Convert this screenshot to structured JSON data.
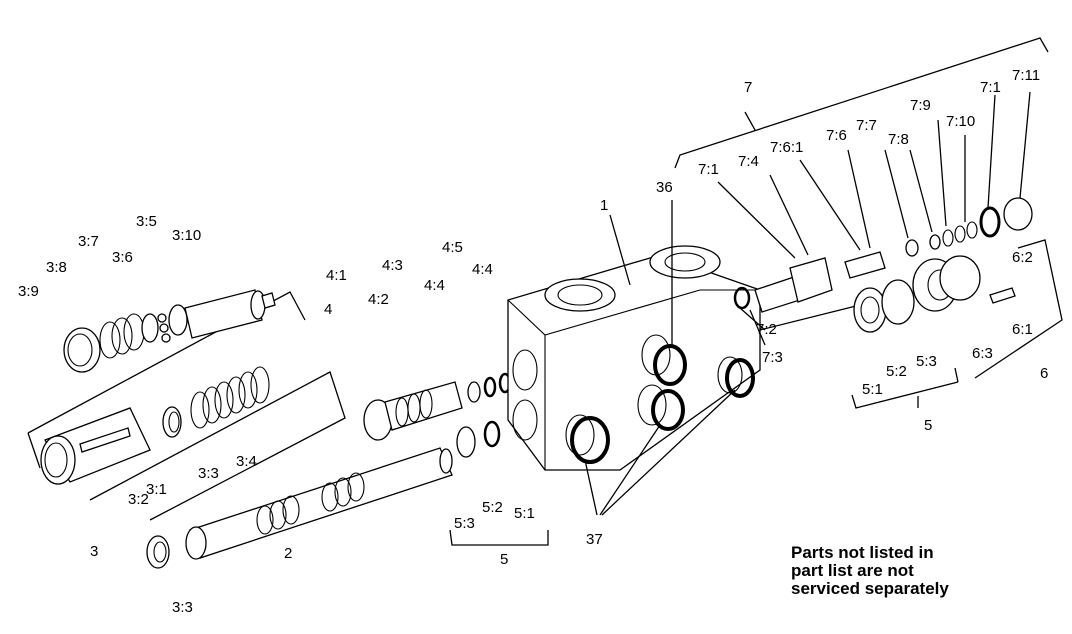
{
  "labels": {
    "l_3_9": "3:9",
    "l_3_8": "3:8",
    "l_3_7": "3:7",
    "l_3_6": "3:6",
    "l_3_5": "3:5",
    "l_3_10": "3:10",
    "l_3_1": "3:1",
    "l_3_2": "3:2",
    "l_3_3a": "3:3",
    "l_3_4": "3:4",
    "l_3": "3",
    "l_3_3b": "3:3",
    "l_2": "2",
    "l_4_1": "4:1",
    "l_4": "4",
    "l_4_3": "4:3",
    "l_4_2": "4:2",
    "l_4_5": "4:5",
    "l_4_4a": "4:4",
    "l_4_4b": "4:4",
    "l_5_3a": "5:3",
    "l_5_2a": "5:2",
    "l_5_1a": "5:1",
    "l_5a": "5",
    "l_1": "1",
    "l_36": "36",
    "l_37": "37",
    "l_7": "7",
    "l_7_1a": "7:1",
    "l_7_4": "7:4",
    "l_7_6_1": "7:6:1",
    "l_7_6": "7:6",
    "l_7_7": "7:7",
    "l_7_8": "7:8",
    "l_7_9": "7:9",
    "l_7_10": "7:10",
    "l_7_1b": "7:1",
    "l_7_11": "7:11",
    "l_7_2": "7:2",
    "l_7_3": "7:3",
    "l_6_2": "6:2",
    "l_6_1": "6:1",
    "l_6_3": "6:3",
    "l_6": "6",
    "l_5_1b": "5:1",
    "l_5_2b": "5:2",
    "l_5_3b": "5:3",
    "l_5b": "5"
  },
  "note": {
    "line1": "Parts not listed in",
    "line2": "part list are not",
    "line3": "serviced separately"
  }
}
